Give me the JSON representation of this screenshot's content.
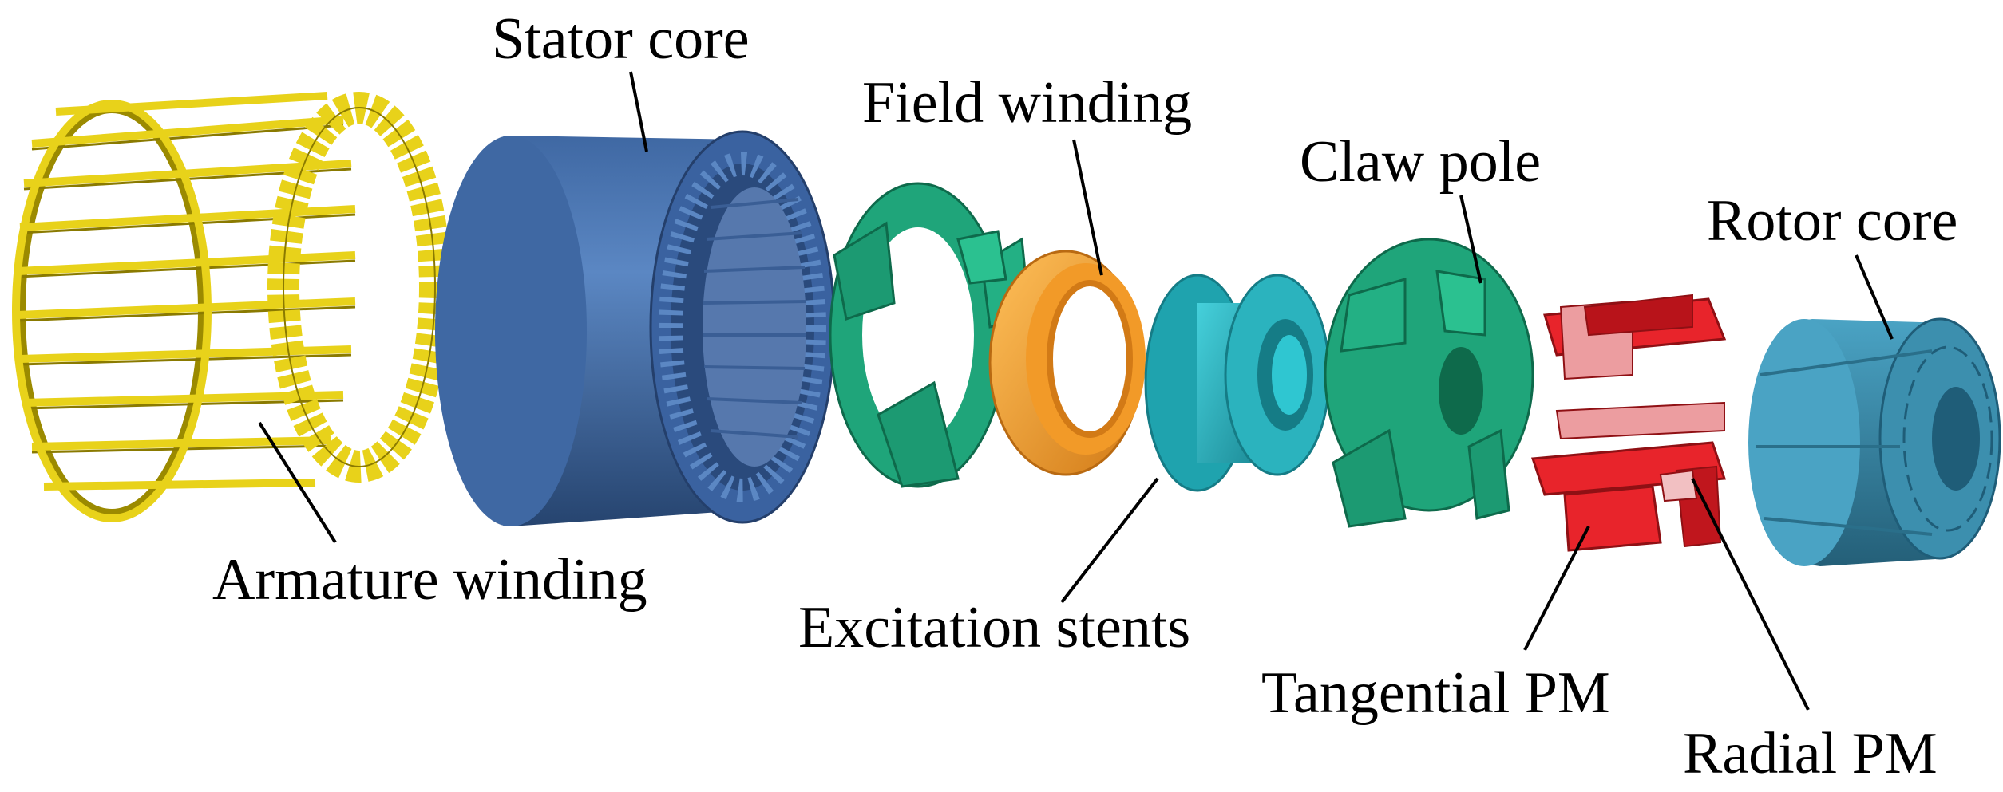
{
  "labels": {
    "stator_core": "Stator core",
    "field_winding": "Field winding",
    "claw_pole": "Claw pole",
    "rotor_core": "Rotor core",
    "armature_winding": "Armature winding",
    "excitation_stents": "Excitation stents",
    "tangential_pm": "Tangential PM",
    "radial_pm": "Radial PM"
  },
  "colors": {
    "armature": "#e8d21a",
    "armature_dark": "#8a7a00",
    "stator": "#4672ad",
    "stator_dark": "#243f6b",
    "claw": "#1fa57a",
    "claw_dark": "#0e6a4b",
    "field": "#f6a53a",
    "field_dark": "#b96a12",
    "stent": "#2bb3be",
    "stent_dark": "#157c86",
    "pm_red": "#e8242b",
    "pm_pink": "#f2a3a6",
    "rotor": "#3c8fae",
    "rotor_dark": "#1f5d78"
  }
}
